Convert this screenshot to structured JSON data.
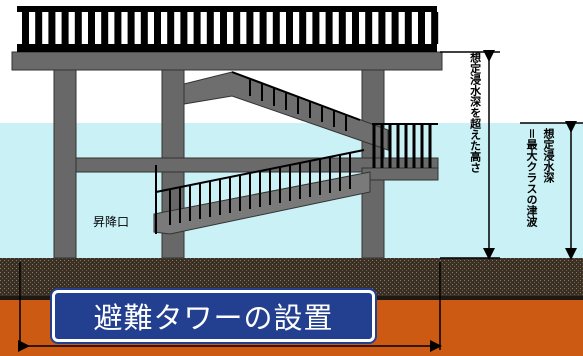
{
  "labels": {
    "height_label": "想定浸水深を超えた高さ",
    "depth_label_line1": "想定浸水深",
    "depth_label_line2": "＝最大クラスの津波",
    "entrance_label": "昇降口",
    "title": "避難タワーの設置"
  },
  "colors": {
    "water": "#c9f1f6",
    "ground_brown": "#cc5a12",
    "ground_dark": "#2a241c",
    "steel": "#626262",
    "title_bg": "#233f8f"
  }
}
